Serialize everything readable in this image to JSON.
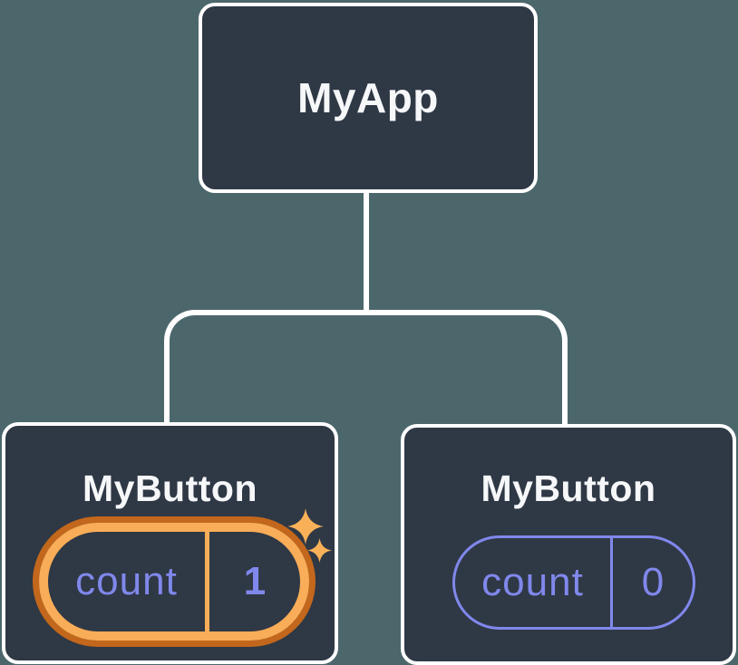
{
  "diagram": {
    "description": "React component tree diagram with root component and two child components holding independent state",
    "background_color": "#4C676C",
    "node_fill_color": "#2F3845",
    "node_border_color": "#FFFFFF",
    "node_text_color": "#F6F7F9",
    "state_text_color": "#8088EC",
    "highlight_outer_color": "#C2671C",
    "highlight_inner_color": "#F9AD58",
    "sparkle_color": "#F9B159",
    "root": {
      "label": "MyApp"
    },
    "children": [
      {
        "label": "MyButton",
        "state": {
          "name": "count",
          "value": "1"
        },
        "highlighted": true,
        "icons": [
          "sparkle-icon-large",
          "sparkle-icon-small"
        ]
      },
      {
        "label": "MyButton",
        "state": {
          "name": "count",
          "value": "0"
        },
        "highlighted": false
      }
    ]
  }
}
